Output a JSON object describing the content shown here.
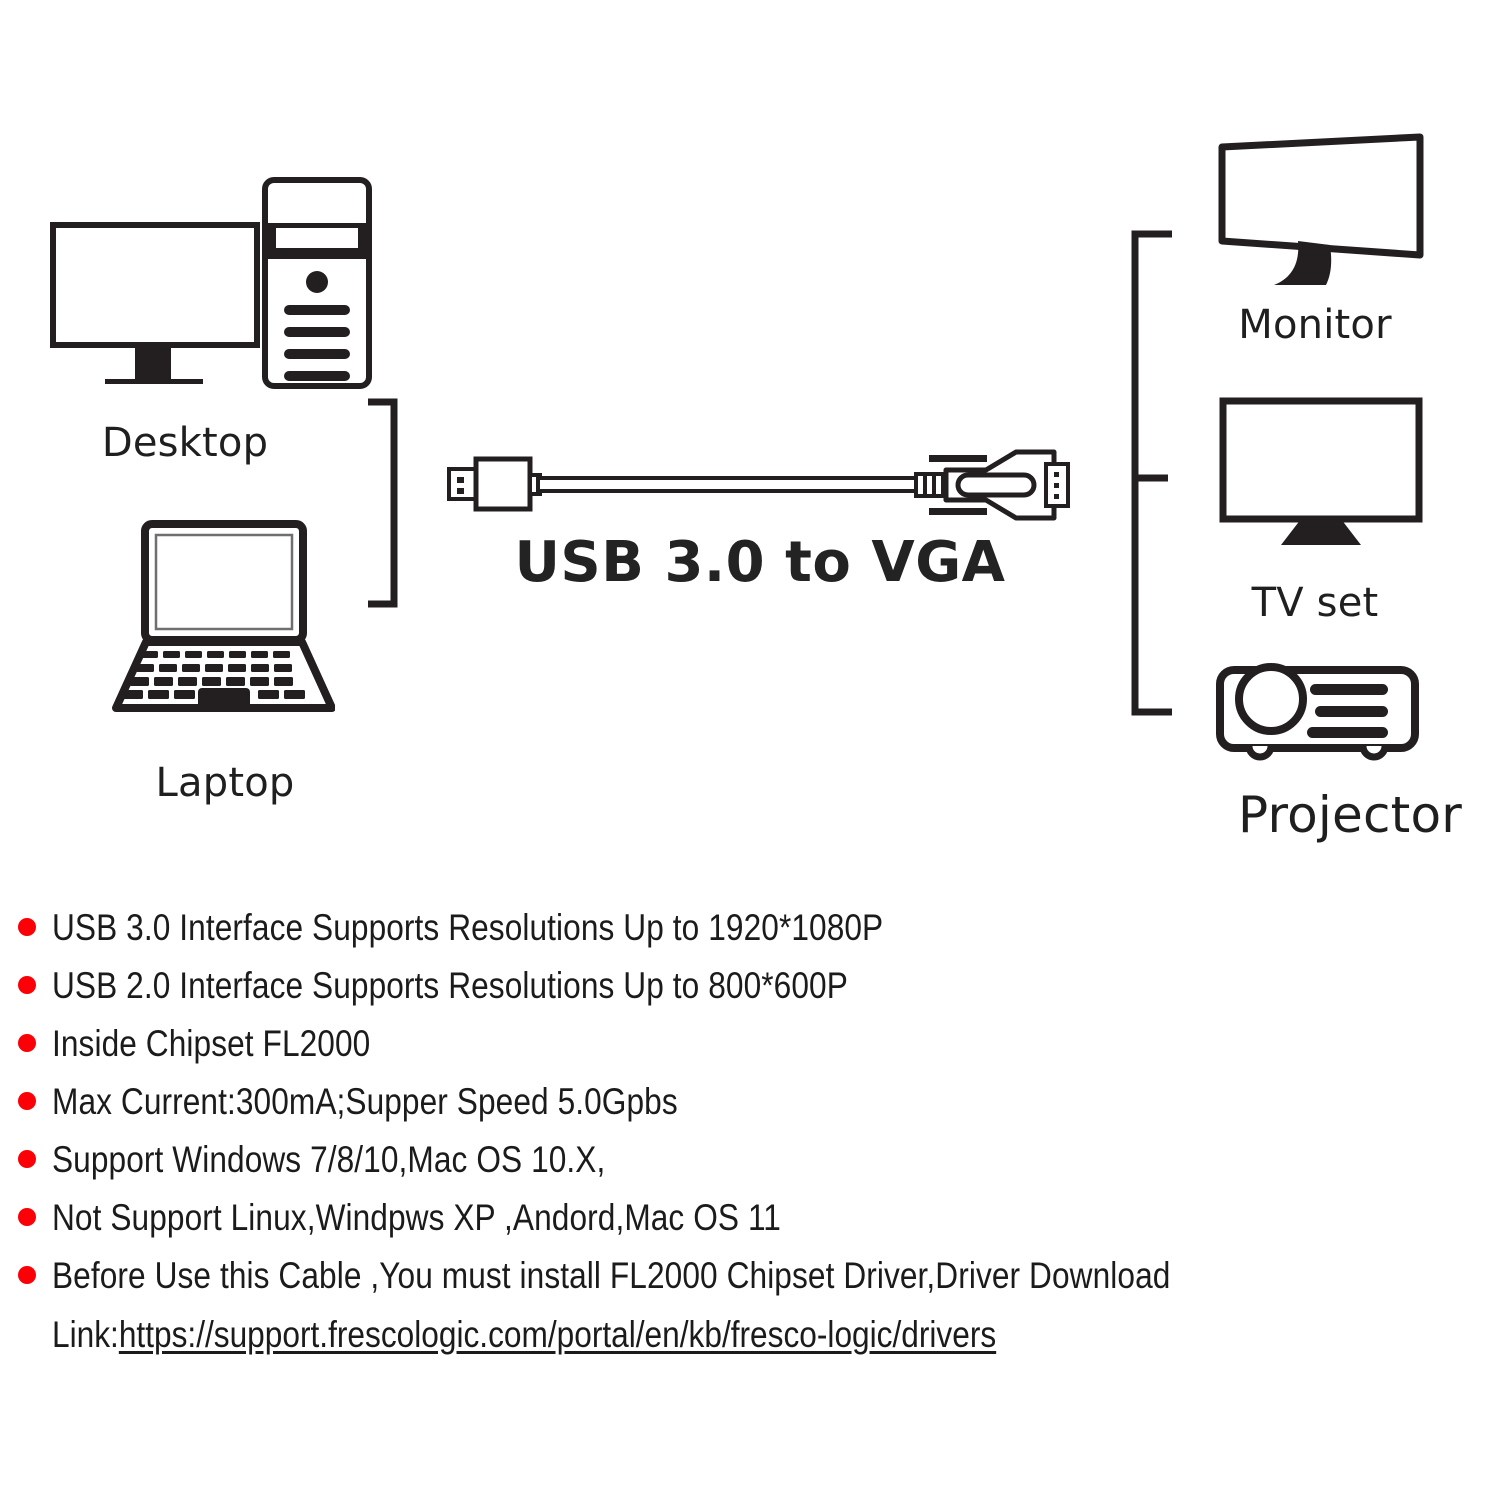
{
  "product": {
    "cable_title": "USB 3.0 to VGA"
  },
  "diagram": {
    "sources": {
      "bracket_name": "source-group-bracket",
      "devices": [
        {
          "id": "desktop",
          "label": "Desktop",
          "icon": "desktop-computer-icon"
        },
        {
          "id": "laptop",
          "label": "Laptop",
          "icon": "laptop-icon"
        }
      ]
    },
    "outputs": {
      "bracket_name": "output-group-bracket",
      "devices": [
        {
          "id": "monitor",
          "label": "Monitor",
          "icon": "monitor-icon"
        },
        {
          "id": "tvset",
          "label": "TV set",
          "icon": "tv-icon"
        },
        {
          "id": "projector",
          "label": "Projector",
          "icon": "projector-icon"
        }
      ]
    },
    "cable": {
      "usb_end": "usb-a-plug-icon",
      "vga_end": "vga-connector-icon"
    }
  },
  "features": [
    {
      "text": "USB 3.0 Interface Supports Resolutions Up to 1920*1080P"
    },
    {
      "text": "USB 2.0 Interface Supports Resolutions Up to 800*600P"
    },
    {
      "text": "Inside Chipset FL2000"
    },
    {
      "text": "Max Current:300mA;Supper Speed 5.0Gpbs"
    },
    {
      "text": "Support Windows 7/8/10,Mac OS  10.X,"
    },
    {
      "text": "Not Support Linux,Windpws XP ,Andord,Mac OS 11"
    },
    {
      "text": "Before Use this Cable ,You must install FL2000 Chipset Driver,Driver Download"
    }
  ],
  "driver_link": {
    "prefix": "Link:",
    "url": "https://support.frescologic.com/portal/en/kb/fresco-logic/drivers"
  },
  "colors": {
    "bullet_red": "#fb0007",
    "ink": "#1b1b1b",
    "title_ink": "#232323",
    "background": "#ffffff"
  }
}
